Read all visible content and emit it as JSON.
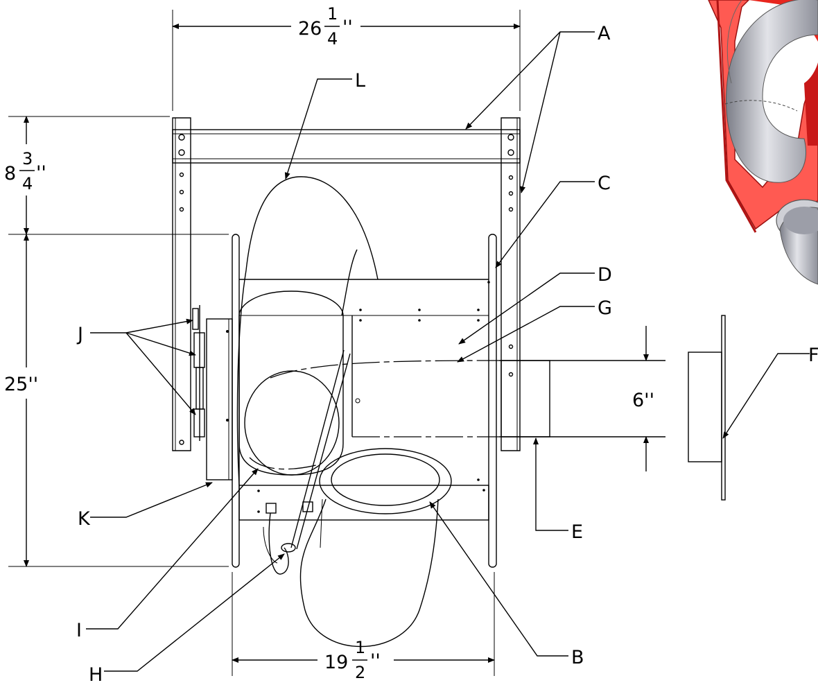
{
  "dimensions": {
    "top_width": {
      "whole": "26",
      "num": "1",
      "den": "4",
      "unit": "''"
    },
    "top_height": {
      "whole": "8",
      "num": "3",
      "den": "4",
      "unit": "''"
    },
    "main_height": {
      "text": "25''"
    },
    "bottom_width": {
      "whole": "19",
      "num": "1",
      "den": "2",
      "unit": "''"
    },
    "outlet_dia": {
      "text": "6''"
    }
  },
  "callouts": {
    "A": "A",
    "B": "B",
    "C": "C",
    "D": "D",
    "E": "E",
    "F": "F",
    "G": "G",
    "H": "H",
    "I": "I",
    "J": "J",
    "K": "K",
    "L": "L"
  },
  "colors": {
    "frame_red": "#e8261e",
    "frame_red_light": "#ff5a52",
    "hose_grey": "#a9abb5"
  }
}
